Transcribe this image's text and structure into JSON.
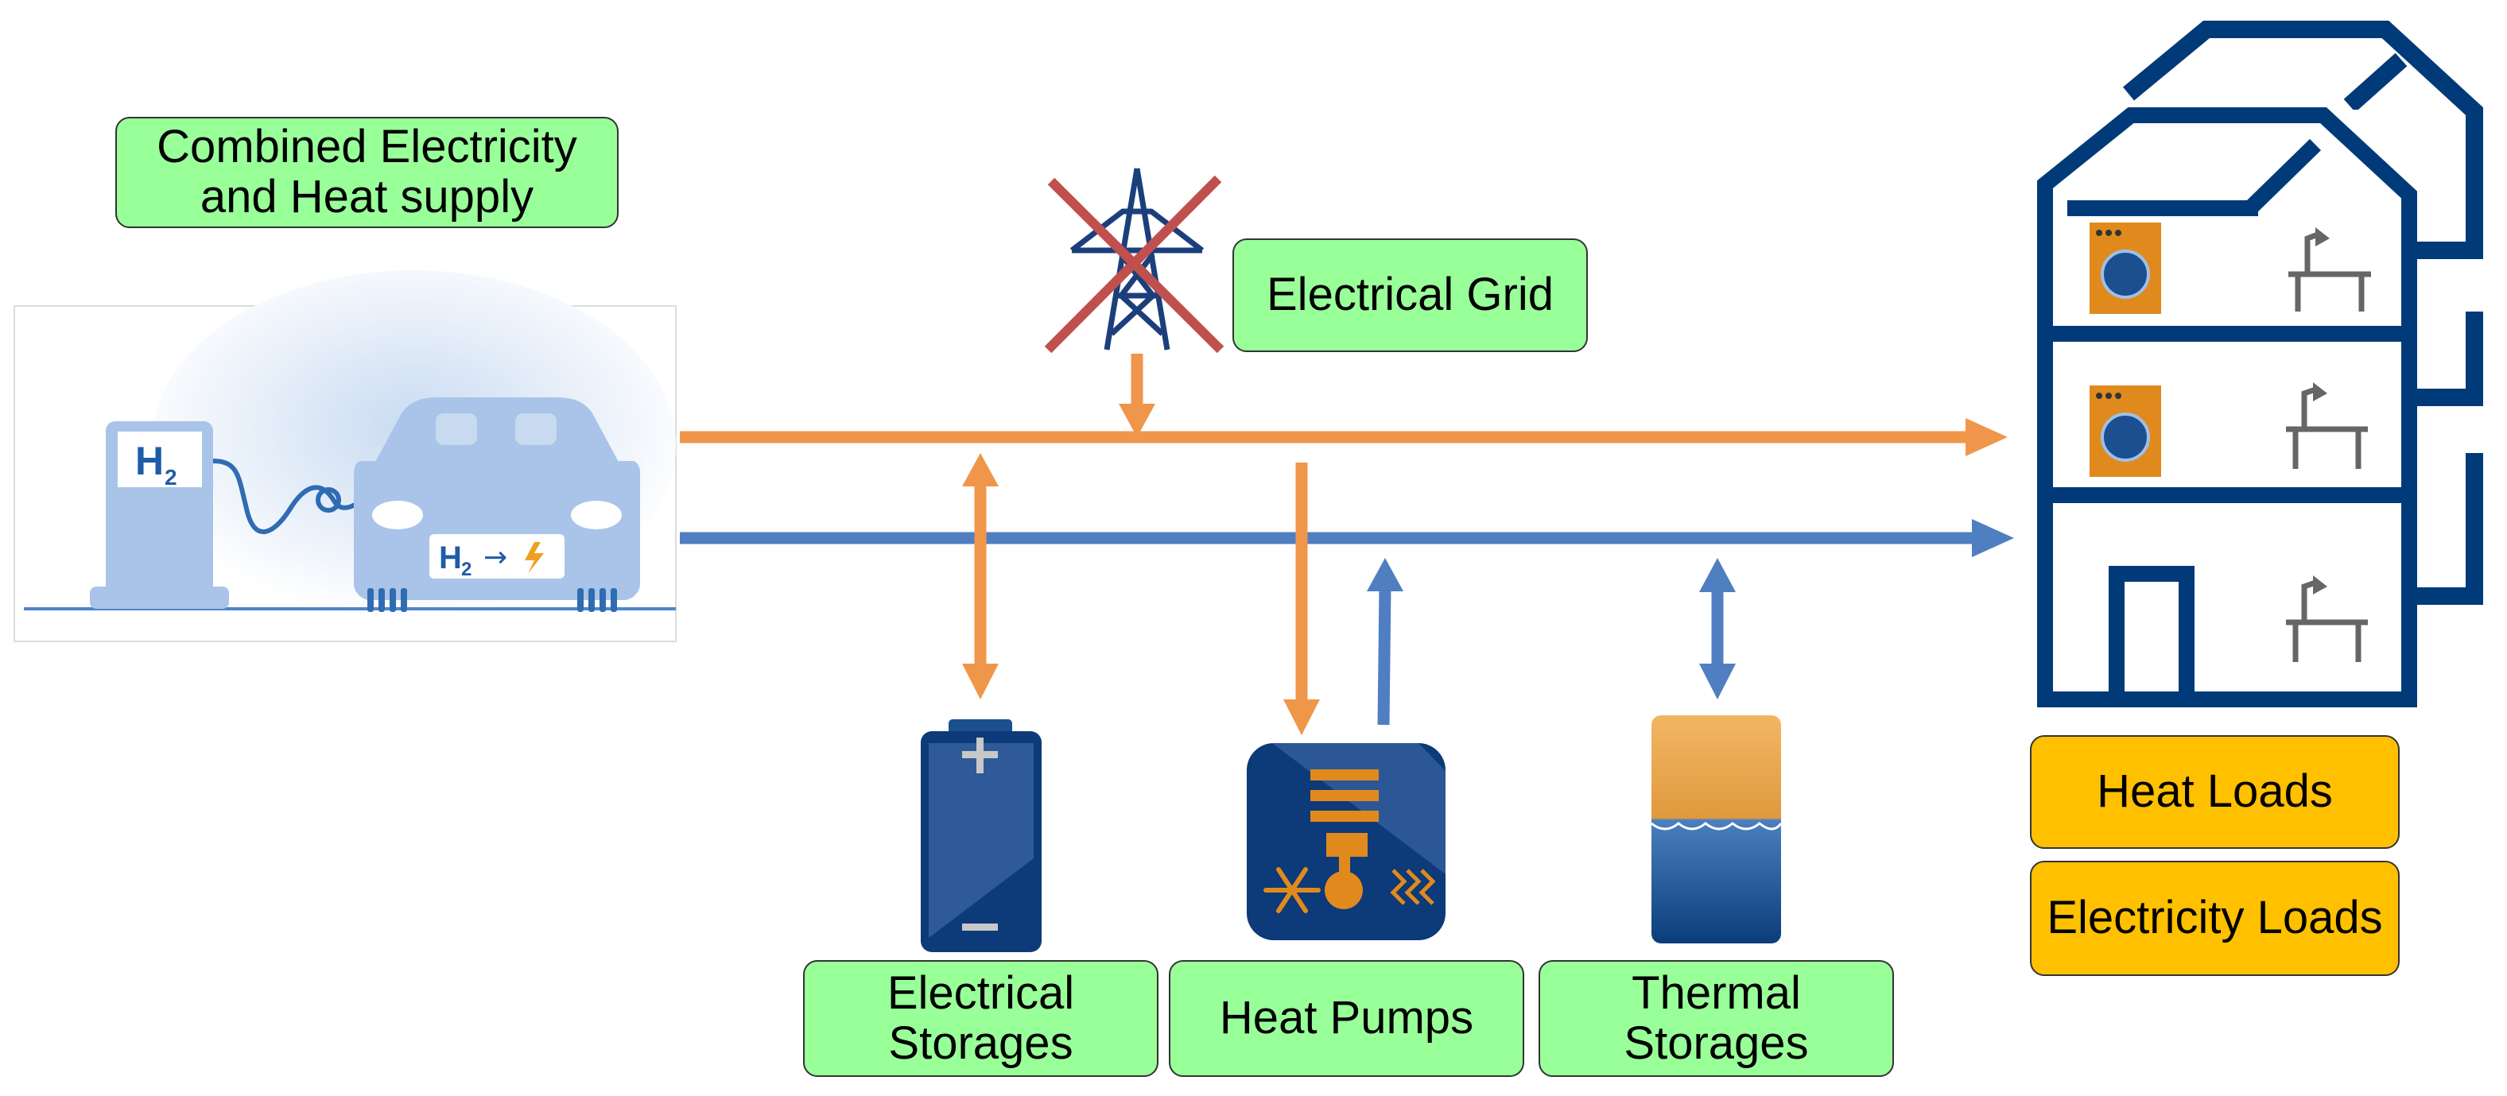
{
  "labels": {
    "combined_supply": "Combined Electricity and Heat supply",
    "electrical_grid": "Electrical Grid",
    "electrical_storages": "Electrical Storages",
    "heat_pumps": "Heat Pumps",
    "thermal_storages": "Thermal Storages",
    "heat_loads": "Heat Loads",
    "electricity_loads": "Electricity Loads"
  },
  "fuel_cell_car": {
    "pump_symbol": "H",
    "pump_subscript": "2",
    "plate_symbol": "H",
    "plate_subscript": "2",
    "plate_arrow": "→"
  },
  "flows": {
    "electricity": "orange",
    "heat": "blue"
  },
  "colors": {
    "electricity": "#f0964a",
    "heat": "#4f7fc1",
    "label_green": "#99ff99",
    "label_gold": "#ffc000",
    "navy": "#003a78",
    "grid_cross": "#c0504d",
    "icon_orange": "#e08a1e",
    "car_blue": "#a9c4e8"
  },
  "icons": {
    "car": "hydrogen-fuel-cell-car-icon",
    "pump": "hydrogen-pump-icon",
    "grid": "power-pylon-crossed-icon",
    "battery": "battery-icon",
    "heat_pump": "heat-pump-icon",
    "thermal_tank": "thermal-storage-tank-icon",
    "house": "house-icon",
    "washing_machine": "washing-machine-icon",
    "desk_lamp": "desk-lamp-icon"
  }
}
